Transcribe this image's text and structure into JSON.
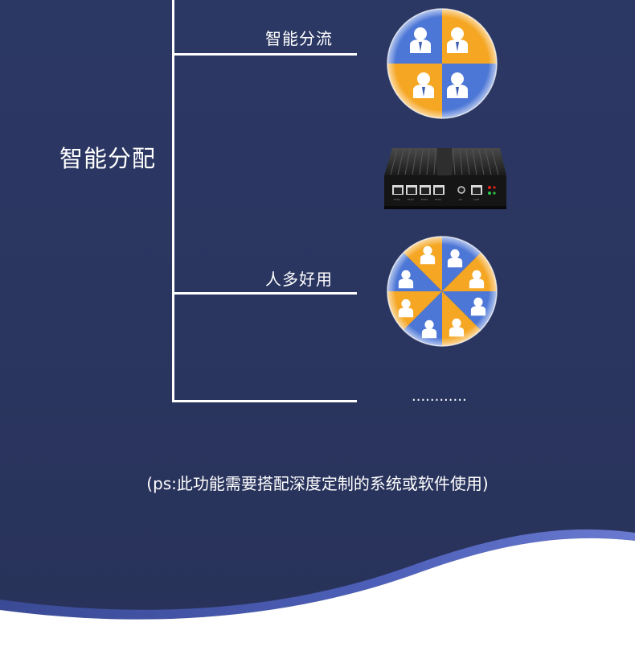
{
  "tree": {
    "root_label": "智能分配",
    "branches": [
      {
        "label": "智能分流"
      },
      {
        "label": "人多好用"
      },
      {
        "label": "............"
      }
    ]
  },
  "footnote": "(ps:此功能需要搭配深度定制的系统或软件使用)",
  "device": {
    "port_labels": [
      "ETH1",
      "ETH2",
      "ETH3",
      "ETH4",
      "DC",
      "COM"
    ]
  },
  "colors": {
    "background": "#2a355f",
    "wave_highlight": "#4a5aa8",
    "pie_blue": "#4d77d6",
    "pie_orange": "#f5a623",
    "line": "#ffffff"
  },
  "icons": {
    "pie_4": "user-group-4-icon",
    "pie_8": "user-group-8-icon",
    "router": "soft-router-device-icon"
  }
}
